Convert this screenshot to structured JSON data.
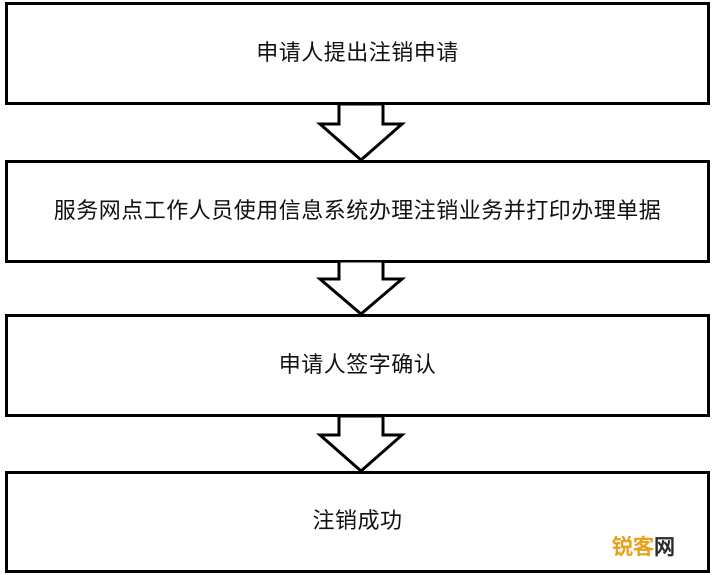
{
  "steps": [
    {
      "label": "申请人提出注销申请"
    },
    {
      "label": "服务网点工作人员使用信息系统办理注销业务并打印办理单据"
    },
    {
      "label": "申请人签字确认"
    },
    {
      "label": "注销成功"
    }
  ],
  "watermark": {
    "part1": "锐客",
    "part2": "网"
  },
  "colors": {
    "border": "#000000",
    "background": "#ffffff",
    "watermark_accent": "#e8a018"
  }
}
